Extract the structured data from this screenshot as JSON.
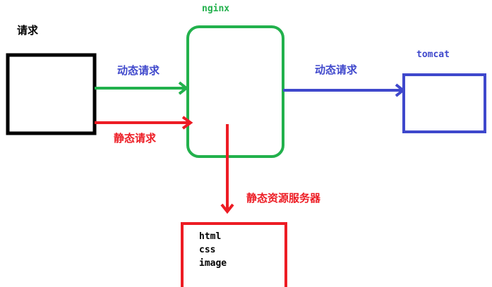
{
  "client": {
    "label": "请求"
  },
  "nginx": {
    "label": "nginx"
  },
  "tomcat": {
    "label": "tomcat"
  },
  "arrows": {
    "client_to_nginx_dynamic": "动态请求",
    "client_to_nginx_static": "静态请求",
    "nginx_to_tomcat_dynamic": "动态请求",
    "nginx_to_static_server": "静态资源服务器"
  },
  "static_server": {
    "items": [
      "html",
      "css",
      "image"
    ]
  },
  "colors": {
    "client": "#000000",
    "nginx": "#22b14c",
    "tomcat": "#3f48cc",
    "static": "#ed1c24",
    "dynamic_arrow": "#22b14c",
    "static_arrow": "#ed1c24",
    "tomcat_arrow": "#3f48cc"
  }
}
